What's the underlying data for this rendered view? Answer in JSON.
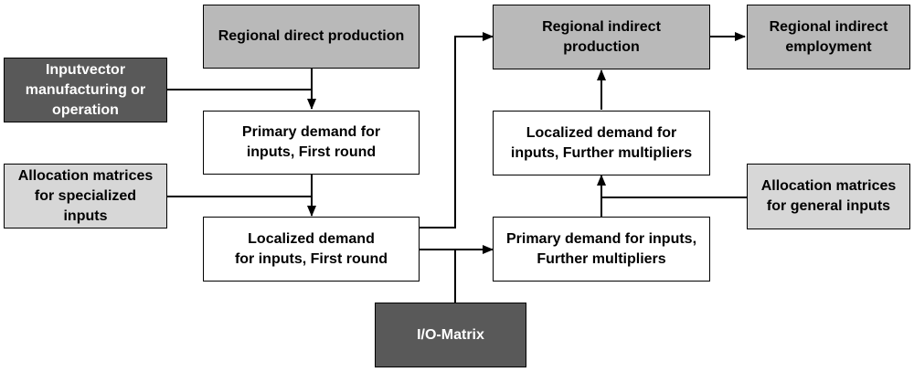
{
  "colors": {
    "white_box": "#ffffff",
    "gray_box": "#b9b9b9",
    "light_box": "#d7d7d7",
    "dark_box": "#595959",
    "dark_text": "#ffffff",
    "line": "#000000"
  },
  "nodes": {
    "regional_direct_production": "Regional direct production",
    "inputvector": "Inputvector\nmanufacturing or\noperation",
    "primary_demand_first_round": "Primary demand for\ninputs, First round",
    "allocation_specialized": "Allocation matrices\nfor specialized\ninputs",
    "localized_demand_first_round": "Localized demand\nfor inputs, First round",
    "io_matrix": "I/O-Matrix",
    "primary_demand_further": "Primary demand for inputs,\nFurther multipliers",
    "localized_demand_further": "Localized demand for\ninputs, Further multipliers",
    "allocation_general": "Allocation matrices\nfor general inputs",
    "regional_indirect_production": "Regional indirect\nproduction",
    "regional_indirect_employment": "Regional indirect\nemployment"
  }
}
